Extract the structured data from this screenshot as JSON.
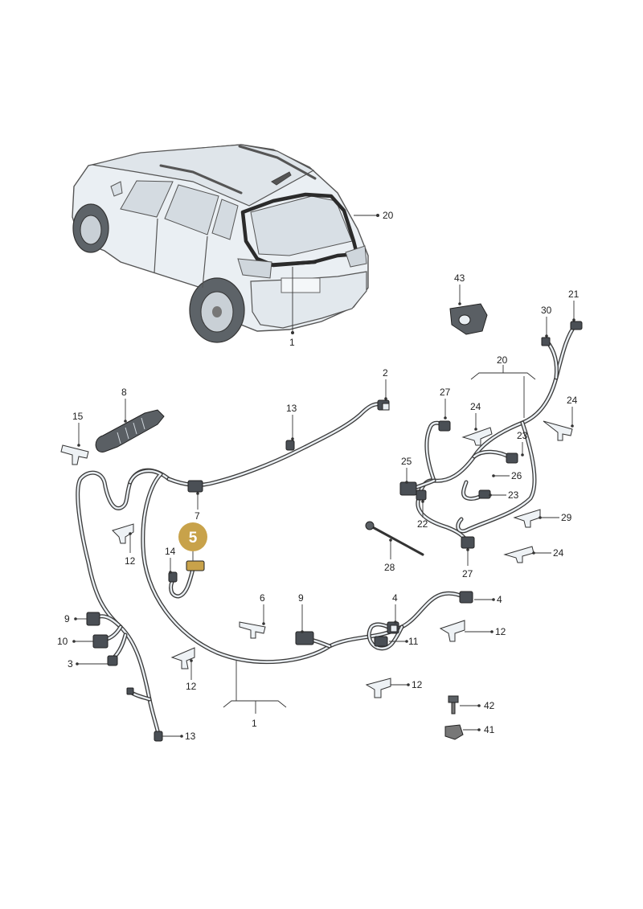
{
  "callouts": {
    "c1_car": "1",
    "c20_car": "20",
    "c43": "43",
    "c30": "30",
    "c21": "21",
    "c20_group": "20",
    "c2": "2",
    "c27a": "27",
    "c24a": "24",
    "c24b": "24",
    "c23a": "23",
    "c26": "26",
    "c25": "25",
    "c23b": "23",
    "c22": "22",
    "c29": "29",
    "c27b": "27",
    "c24c": "24",
    "c28": "28",
    "c8": "8",
    "c15": "15",
    "c13a": "13",
    "c7": "7",
    "c5": "5",
    "c14": "14",
    "c12a": "12",
    "c6": "6",
    "c9a": "9",
    "c4a": "4",
    "c4b": "4",
    "c11": "11",
    "c12b": "12",
    "c12c": "12",
    "c12d": "12",
    "c9b": "9",
    "c10": "10",
    "c3": "3",
    "c1_group": "1",
    "c13b": "13",
    "c42": "42",
    "c41": "41"
  },
  "colors": {
    "highlight_badge": "#c8a24a",
    "wire_outline": "#3a3a3a",
    "part_fill": "#e9eef2",
    "car_body": "#eaeff3"
  },
  "highlighted_part": "5"
}
